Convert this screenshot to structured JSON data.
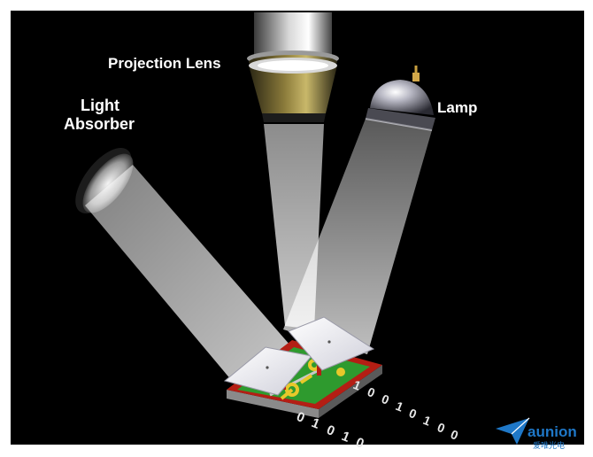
{
  "labels": {
    "projection_lens": "Projection Lens",
    "light_absorber_line1": "Light",
    "light_absorber_line2": "Absorber",
    "lamp": "Lamp"
  },
  "binary_stream": {
    "front_row": [
      "0",
      "1",
      "0",
      "1",
      "0"
    ],
    "right_row": [
      "1",
      "0",
      "0",
      "1",
      "0",
      "1",
      "0",
      "0"
    ]
  },
  "logo": {
    "name": "aunion",
    "subtitle": "爱唯光电"
  },
  "colors": {
    "background": "#000000",
    "beam": "#ffffff",
    "lens_gold": "#8a7a3a",
    "mirror": "#e6e6ee",
    "substrate_red": "#c42a1e",
    "substrate_green": "#3aa83a",
    "yoke_yellow": "#e8c82a",
    "logo_blue": "#1f78c8"
  }
}
